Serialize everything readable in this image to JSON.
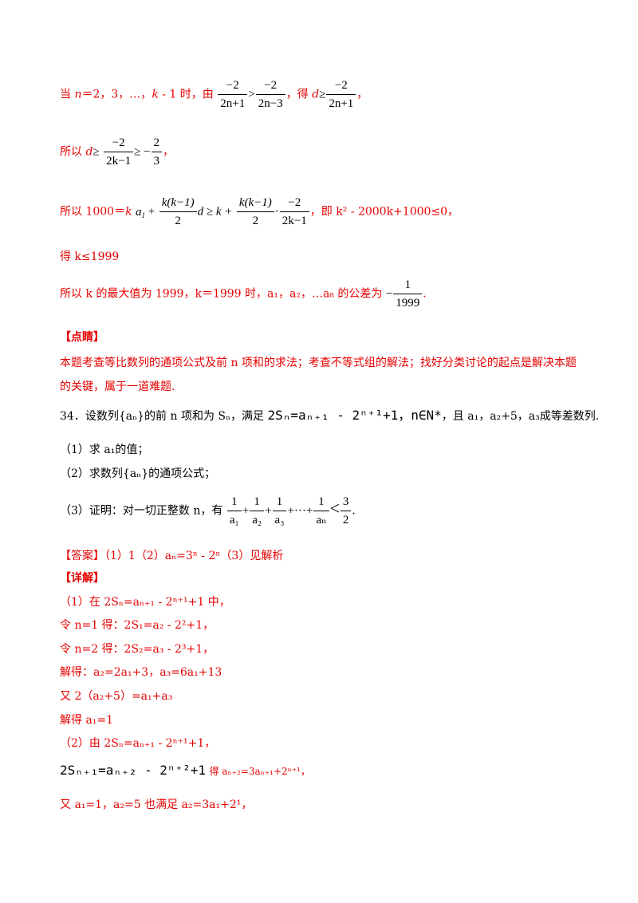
{
  "lines": {
    "l1_prefix": "当 ",
    "l1_n": "n",
    "l1_vals": "＝2，3，…，",
    "l1_k": "k",
    "l1_mid": " - 1 时，由",
    "l1_f1_num": "−2",
    "l1_f1_den": "2n+1",
    "l1_gt": ">",
    "l1_f2_num": "−2",
    "l1_f2_den": "2n−3",
    "l1_de": "，得 ",
    "l1_d": "d",
    "l1_ge": "≥",
    "l1_f3_num": "−2",
    "l1_f3_den": "2n+1",
    "l1_end": "，",
    "l2_prefix": "所以 ",
    "l2_d": "d",
    "l2_ge": "≥",
    "l2_f1_num": "−2",
    "l2_f1_den": "2k−1",
    "l2_ge2": "≥ −",
    "l2_f2_num": "2",
    "l2_f2_den": "3",
    "l2_end": "，",
    "l3_prefix": "所以 1000＝",
    "l3_k": "k",
    "l3_a1": "a",
    "l3_plus": " +",
    "l3_f1_num": "k(k−1)",
    "l3_f1_den": "2",
    "l3_d": "d ≥ k +",
    "l3_f2_num": "k(k−1)",
    "l3_f2_den": "2",
    "l3_dot": "·",
    "l3_f3_num": "−2",
    "l3_f3_den": "2k−1",
    "l3_tail": "，即 k² - 2000k+1000≤0，",
    "l4": "得 k≤1999",
    "l5_text": "所以 k 的最大值为 1999，k＝1999 时，a₁，a₂，…a₈ 的公差为",
    "l5_minus": "−",
    "l5_f_num": "1",
    "l5_f_den": "1999",
    "l5_end": ".",
    "h_dianjing": "【点睛】",
    "l6": "本题考查等比数列的通项公式及前 n 项和的求法；考查不等式组的解法；找好分类讨论的起点是解决本题",
    "l7": "的关键，属于一道难题.",
    "q34_pre": "34．设数列{aₙ}的前 n 项和为 Sₙ，满足",
    "q34_math": "2Sₙ=aₙ₊₁ - 2ⁿ⁺¹+1，n∈N*",
    "q34_post": "，且 a₁，a₂+5，a₃成等差数列.",
    "q1": "（1）求 a₁的值；",
    "q2": "（2）求数列{aₙ}的通项公式；",
    "q3_pre": "（3）证明：对一切正整数 n，有",
    "q3_f1_num": "1",
    "q3_f1_den": "a₁",
    "q3_f2_num": "1",
    "q3_f2_den": "a₂",
    "q3_f3_num": "1",
    "q3_f3_den": "a₃",
    "q3_dots": "+···+",
    "q3_f4_num": "1",
    "q3_f4_den": "aₙ",
    "q3_lt": "<",
    "q3_f5_num": "3",
    "q3_f5_den": "2",
    "q3_end": ".",
    "ans": "【答案】（1）1（2）aₙ=3ⁿ - 2ⁿ（3）见解析",
    "h_xiangjie": "【详解】",
    "s1": "（1）在 2Sₙ=aₙ₊₁ - 2ⁿ⁺¹+1 中，",
    "s2": "令 n=1 得：2S₁=a₂ - 2²+1，",
    "s3": "令 n=2 得：2S₂=a₃ - 2³+1，",
    "s4": "解得：a₂=2a₁+3，a₃=6a₁+13",
    "s5": "又 2（a₂+5）=a₁+a₃",
    "s6": "解得 a₁=1",
    "s7": "（2）由 2Sₙ=aₙ₊₁ - 2ⁿ⁺¹+1，",
    "s8_math": "2Sₙ₊₁=aₙ₊₂ - 2ⁿ⁺²+1",
    "s8_post": "得 aₙ₊₂=3aₙ₊₁+2ⁿ⁺¹，",
    "s9": "又 a₁=1，a₂=5 也满足 a₂=3a₁+2¹，"
  }
}
